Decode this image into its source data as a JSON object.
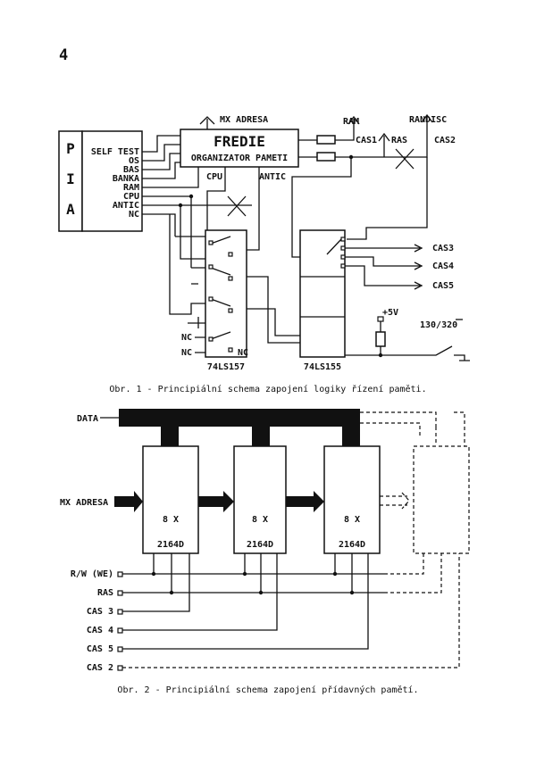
{
  "page_number": "4",
  "figure1": {
    "pia": {
      "letters": [
        "P",
        "I",
        "A"
      ]
    },
    "pia_signals": [
      "SELF TEST",
      "OS",
      "BAS",
      "BANKA",
      "RAM",
      "CPU",
      "ANTIC",
      "NC"
    ],
    "fredie": {
      "title": "FREDIE",
      "subtitle": "ORGANIZATOR PAMETI"
    },
    "labels": {
      "mx_adresa": "MX ADRESA",
      "ram": "RAM",
      "randisc": "RANDISC",
      "cas1": "CAS1",
      "ras": "RAS",
      "cas2": "CAS2",
      "cpu": "CPU",
      "antic": "ANTIC",
      "cas3": "CAS3",
      "cas4": "CAS4",
      "cas5": "CAS5",
      "plus5v": "+5V",
      "switch": "130/320",
      "nc1": "NC",
      "nc2": "NC",
      "nc3": "NC",
      "chip_157": "74LS157",
      "chip_155": "74LS155"
    },
    "caption": "Obr. 1 - Principiální schema zapojení logiky řízení paměti."
  },
  "figure2": {
    "data_label": "DATA",
    "mx_adresa_label": "MX ADRESA",
    "chips": [
      {
        "count": "8 X",
        "part": "2164D"
      },
      {
        "count": "8 X",
        "part": "2164D"
      },
      {
        "count": "8 X",
        "part": "2164D"
      }
    ],
    "signals": [
      "R/W (WE)",
      "RAS",
      "CAS 3",
      "CAS 4",
      "CAS 5",
      "CAS 2"
    ],
    "caption": "Obr. 2 - Principiální schema zapojení přídavných pamětí."
  }
}
